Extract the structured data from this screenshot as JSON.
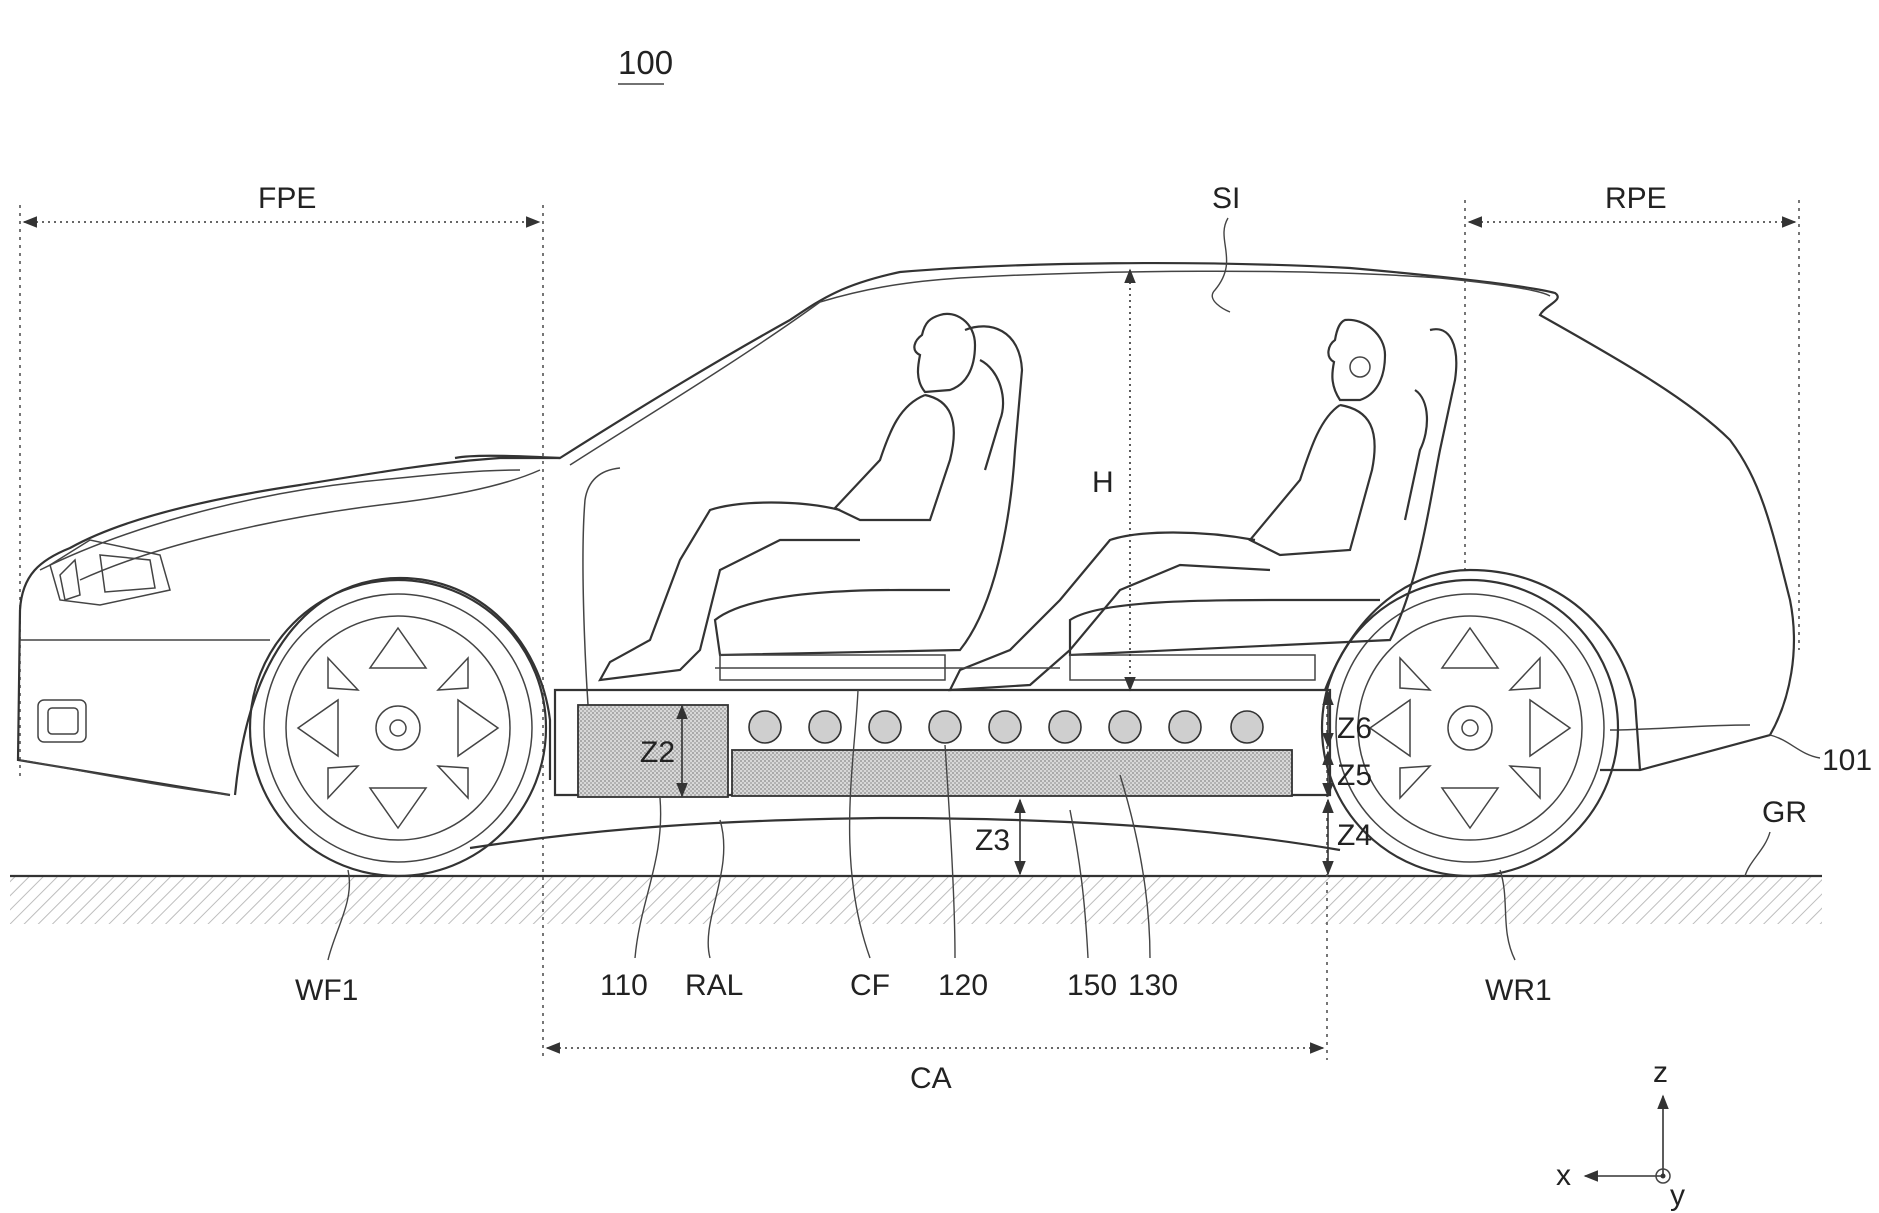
{
  "figure": {
    "number": "100",
    "labels": {
      "fpe": "FPE",
      "rpe": "RPE",
      "si": "SI",
      "h": "H",
      "z2": "Z2",
      "z3": "Z3",
      "z4": "Z4",
      "z5": "Z5",
      "z6": "Z6",
      "ref101": "101",
      "gr": "GR",
      "wf1": "WF1",
      "wr1": "WR1",
      "ref110": "110",
      "ral": "RAL",
      "cf": "CF",
      "ref120": "120",
      "ref150": "150",
      "ref130": "130",
      "ca": "CA"
    },
    "axes": {
      "z": "z",
      "x": "x",
      "y": "y"
    }
  }
}
